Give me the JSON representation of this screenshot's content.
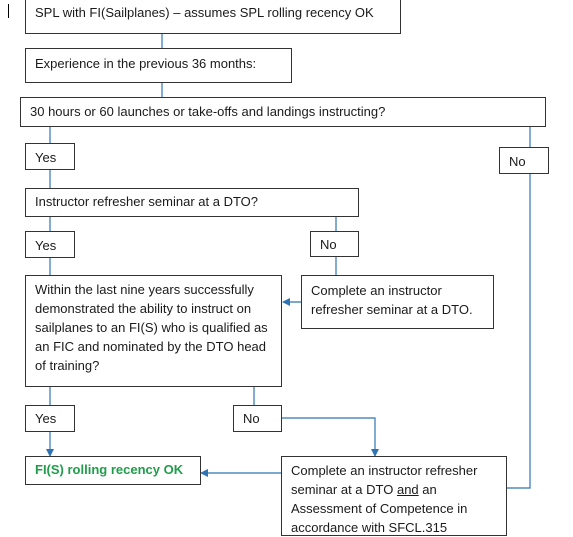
{
  "nodes": {
    "start": "SPL with FI(Sailplanes) – assumes SPL rolling recency OK",
    "experience": "Experience in the previous 36 months:",
    "q_hours": "30 hours or 60 launches or take-offs and landings instructing?",
    "yes_1": "Yes",
    "no_1": "No",
    "q_seminar": "Instructor refresher seminar at a DTO?",
    "yes_2": "Yes",
    "no_2": "No",
    "q_demo": "Within the last nine years successfully demonstrated the ability to instruct on sailplanes to an FI(S) who is qualified as an FIC and nominated by the DTO head of training?",
    "complete_seminar": "Complete an instructor refresher seminar at a DTO.",
    "yes_3": "Yes",
    "no_3": "No",
    "recency_ok": "FI(S) rolling recency OK",
    "final_part1": "Complete an instructor refresher seminar at a DTO ",
    "final_and": "and",
    "final_part2": " an Assessment of Competence in accordance with SFCL.315"
  },
  "colors": {
    "line": "#2e74b5",
    "ok_text": "#1f9e4a",
    "border": "#333333"
  }
}
